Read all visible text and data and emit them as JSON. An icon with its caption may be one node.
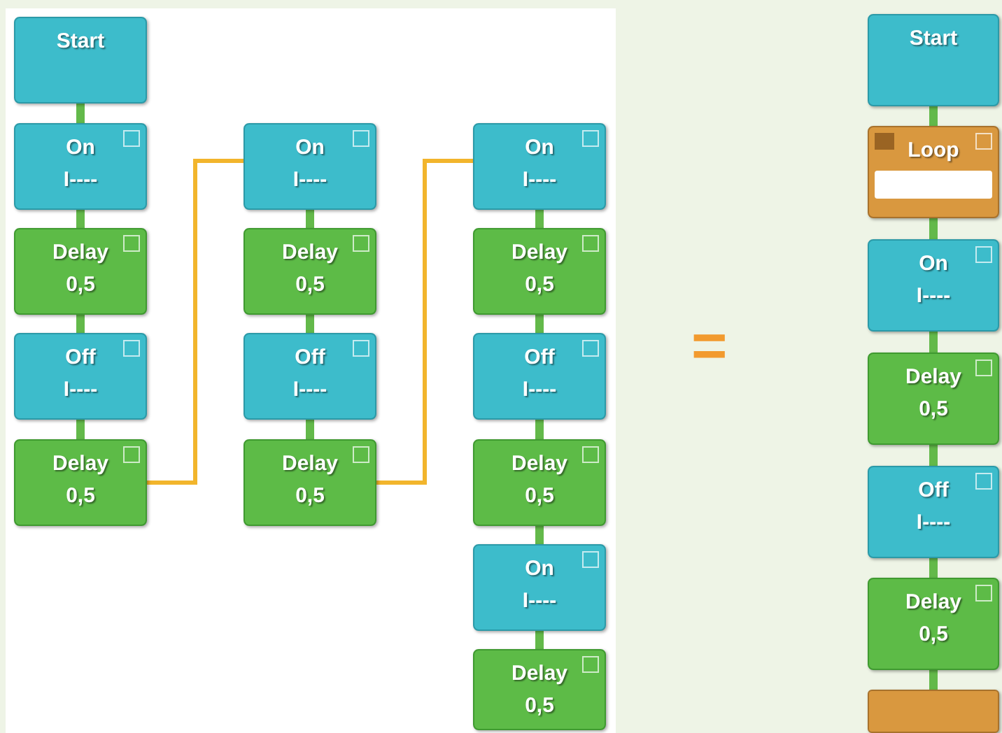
{
  "diagram": {
    "nodes": [
      {
        "text": [
          "Start"
        ]
      },
      {
        "text": [
          "On",
          "I----"
        ]
      },
      {
        "text": [
          "Delay",
          "0,5"
        ]
      },
      {
        "text": [
          "Off",
          "I----"
        ]
      },
      {
        "text": [
          "Delay",
          "0,5"
        ]
      },
      {
        "text": [
          "On",
          "I----"
        ]
      },
      {
        "text": [
          "Delay",
          "0,5"
        ]
      },
      {
        "text": [
          "Off",
          "I----"
        ]
      },
      {
        "text": [
          "Delay",
          "0,5"
        ]
      },
      {
        "text": [
          "On",
          "I----"
        ]
      },
      {
        "text": [
          "Delay",
          "0,5"
        ]
      },
      {
        "text": [
          "Off",
          "I----"
        ]
      },
      {
        "text": [
          "Delay",
          "0,5"
        ]
      },
      {
        "text": [
          "On",
          "I----"
        ]
      },
      {
        "text": [
          "Delay",
          "0,5"
        ]
      },
      {
        "text": [
          "Start"
        ]
      },
      {
        "text": [
          "Loop"
        ]
      },
      {
        "text": [
          "On",
          "I----"
        ]
      },
      {
        "text": [
          "Delay",
          "0,5"
        ]
      },
      {
        "text": [
          "Off",
          "I----"
        ]
      },
      {
        "text": [
          "Delay",
          "0,5"
        ]
      },
      {
        "text": [],
        "shape": "box"
      }
    ],
    "edges": [
      {
        "from": 0,
        "to": 1,
        "arrow": "none"
      },
      {
        "from": 1,
        "to": 2,
        "arrow": "none"
      },
      {
        "from": 2,
        "to": 3,
        "arrow": "none"
      },
      {
        "from": 3,
        "to": 4,
        "arrow": "none"
      },
      {
        "from": 4,
        "to": 5,
        "arrow": "none",
        "color": "#f2b52c"
      },
      {
        "from": 5,
        "to": 6,
        "arrow": "none"
      },
      {
        "from": 6,
        "to": 7,
        "arrow": "none"
      },
      {
        "from": 7,
        "to": 8,
        "arrow": "none"
      },
      {
        "from": 8,
        "to": 9,
        "arrow": "none",
        "color": "#f2b52c"
      },
      {
        "from": 9,
        "to": 10,
        "arrow": "none"
      },
      {
        "from": 10,
        "to": 11,
        "arrow": "none"
      },
      {
        "from": 11,
        "to": 12,
        "arrow": "none"
      },
      {
        "from": 12,
        "to": 13,
        "arrow": "none"
      },
      {
        "from": 13,
        "to": 14,
        "arrow": "none"
      },
      {
        "from": 15,
        "to": 16,
        "arrow": "none"
      },
      {
        "from": 16,
        "to": 17,
        "arrow": "none"
      },
      {
        "from": 17,
        "to": 18,
        "arrow": "none"
      },
      {
        "from": 18,
        "to": 19,
        "arrow": "none"
      },
      {
        "from": 19,
        "to": 20,
        "arrow": "none"
      },
      {
        "from": 20,
        "to": 21,
        "arrow": "none"
      }
    ],
    "labels": [
      "="
    ]
  }
}
